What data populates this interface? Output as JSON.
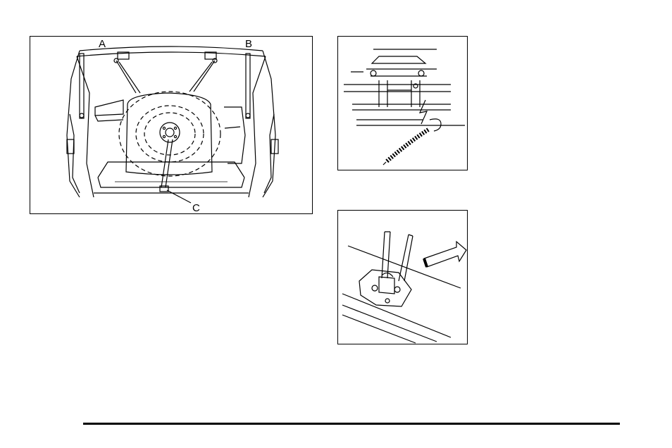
{
  "figures": {
    "main": {
      "callouts": {
        "a": "A",
        "b": "B",
        "c": "C"
      }
    }
  },
  "colors": {
    "line": "#000000",
    "background": "#ffffff"
  }
}
